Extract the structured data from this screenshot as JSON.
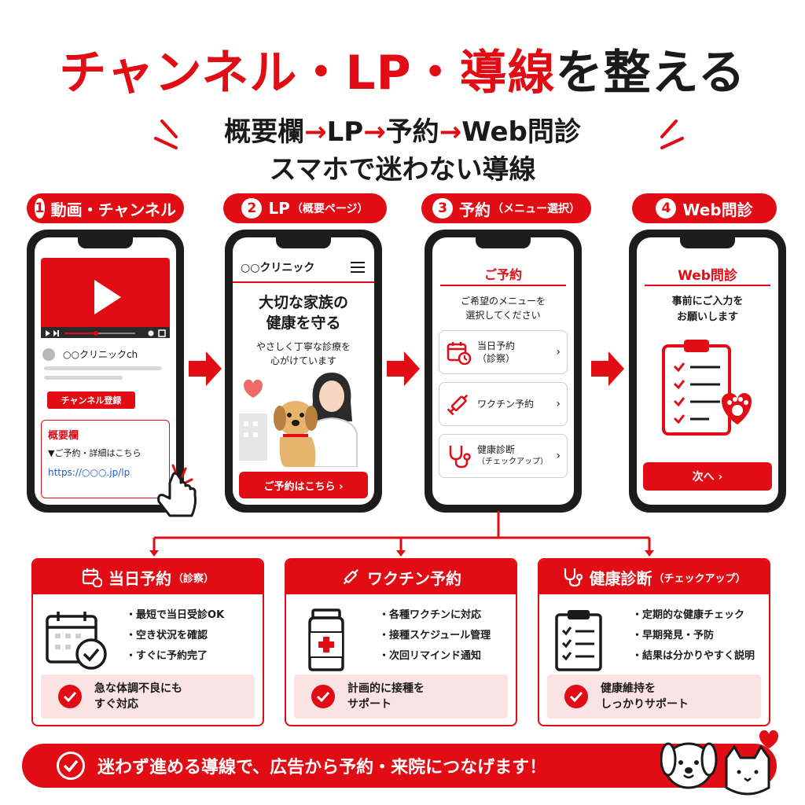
{
  "header": {
    "title_part1": "チャンネル・LP・",
    "title_part2": "導線",
    "title_part3": "を整える",
    "subtitle_line1_items": [
      "概要欄",
      "LP",
      "予約",
      "Web問診"
    ],
    "subtitle_arrow": "→",
    "subtitle_line2": "スマホで迷わない導線"
  },
  "steps": [
    {
      "num": "1",
      "label": "動画・チャンネル",
      "sub": ""
    },
    {
      "num": "2",
      "label": "LP",
      "sub": "（概要ページ）"
    },
    {
      "num": "3",
      "label": "予約",
      "sub": "（メニュー選択）"
    },
    {
      "num": "4",
      "label": "Web問診",
      "sub": ""
    }
  ],
  "phone1": {
    "channel_name": "○○クリニックch",
    "subscribe_label": "チャンネル登録",
    "desc_heading": "概要欄",
    "desc_line": "▼ご予約・詳細はこちら",
    "desc_link": "https://○○○.jp/lp"
  },
  "phone2": {
    "clinic_name": "○○クリニック",
    "headline_line1": "大切な家族の",
    "headline_line2": "健康を守る",
    "text_line1": "やさしく丁寧な診療を",
    "text_line2": "心がけています",
    "cta": "ご予約はこちら ›"
  },
  "phone3": {
    "title": "ご予約",
    "text_line1": "ご希望のメニューを",
    "text_line2": "選択してください",
    "menu": [
      {
        "label_line1": "当日予約",
        "label_line2": "（診察）"
      },
      {
        "label_line1": "ワクチン予約",
        "label_line2": ""
      },
      {
        "label_line1": "健康診断",
        "label_line2": "（チェックアップ）"
      }
    ],
    "chevron": "›"
  },
  "phone4": {
    "title": "Web問診",
    "text_line1": "事前にご入力を",
    "text_line2": "お願いします",
    "next": "次へ ›"
  },
  "cards": [
    {
      "title": "当日予約",
      "title_sub": "（診察）",
      "items": [
        "最短で当日受診OK",
        "空き状況を確認",
        "すぐに予約完了"
      ],
      "foot_line1": "急な体調不良にも",
      "foot_line2": "すぐ対応"
    },
    {
      "title": "ワクチン予約",
      "title_sub": "",
      "items": [
        "各種ワクチンに対応",
        "接種スケジュール管理",
        "次回リマインド通知"
      ],
      "foot_line1": "計画的に接種を",
      "foot_line2": "サポート"
    },
    {
      "title": "健康診断",
      "title_sub": "（チェックアップ）",
      "items": [
        "定期的な健康チェック",
        "早期発見・予防",
        "結果は分かりやすく説明"
      ],
      "foot_line1": "健康維持を",
      "foot_line2": "しっかりサポート"
    }
  ],
  "banner": {
    "text": "迷わず進める導線で、広告から予約・来院につなげます！"
  },
  "colors": {
    "accent": "#e10c14",
    "tint": "#fbe3e3",
    "link": "#1f5fd1"
  }
}
